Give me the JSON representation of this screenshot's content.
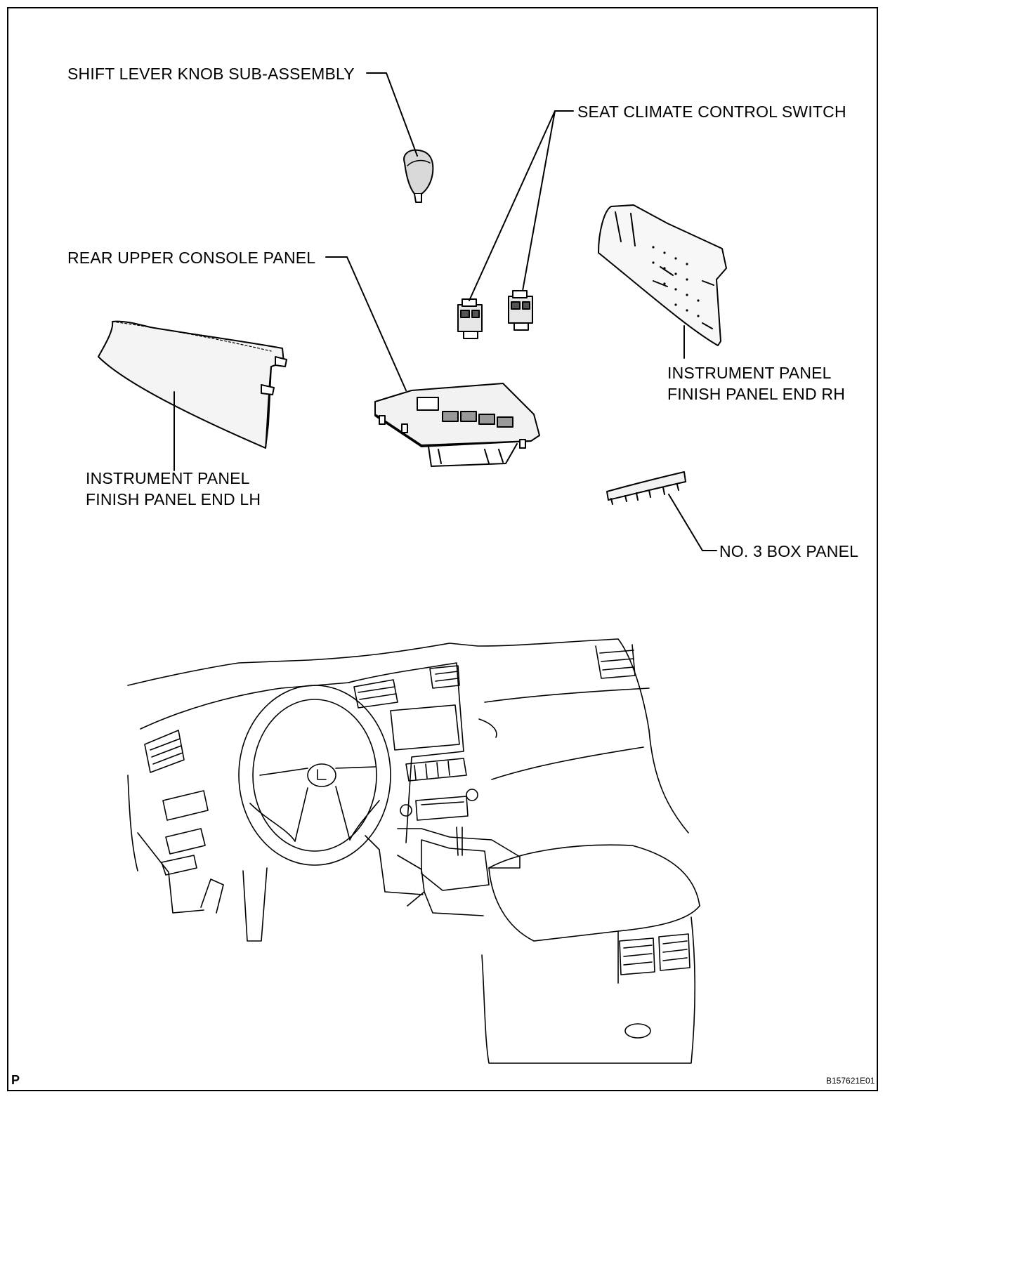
{
  "labels": {
    "shift_knob": "SHIFT LEVER KNOB SUB-ASSEMBLY",
    "seat_climate": "SEAT CLIMATE CONTROL SWITCH",
    "rear_console": "REAR UPPER CONSOLE PANEL",
    "finish_rh_line1": "INSTRUMENT PANEL",
    "finish_rh_line2": "FINISH PANEL END RH",
    "finish_lh_line1": "INSTRUMENT PANEL",
    "finish_lh_line2": "FINISH PANEL END LH",
    "box_panel": "NO. 3 BOX PANEL"
  },
  "corner_mark": "P",
  "figure_code": "B157621E01"
}
